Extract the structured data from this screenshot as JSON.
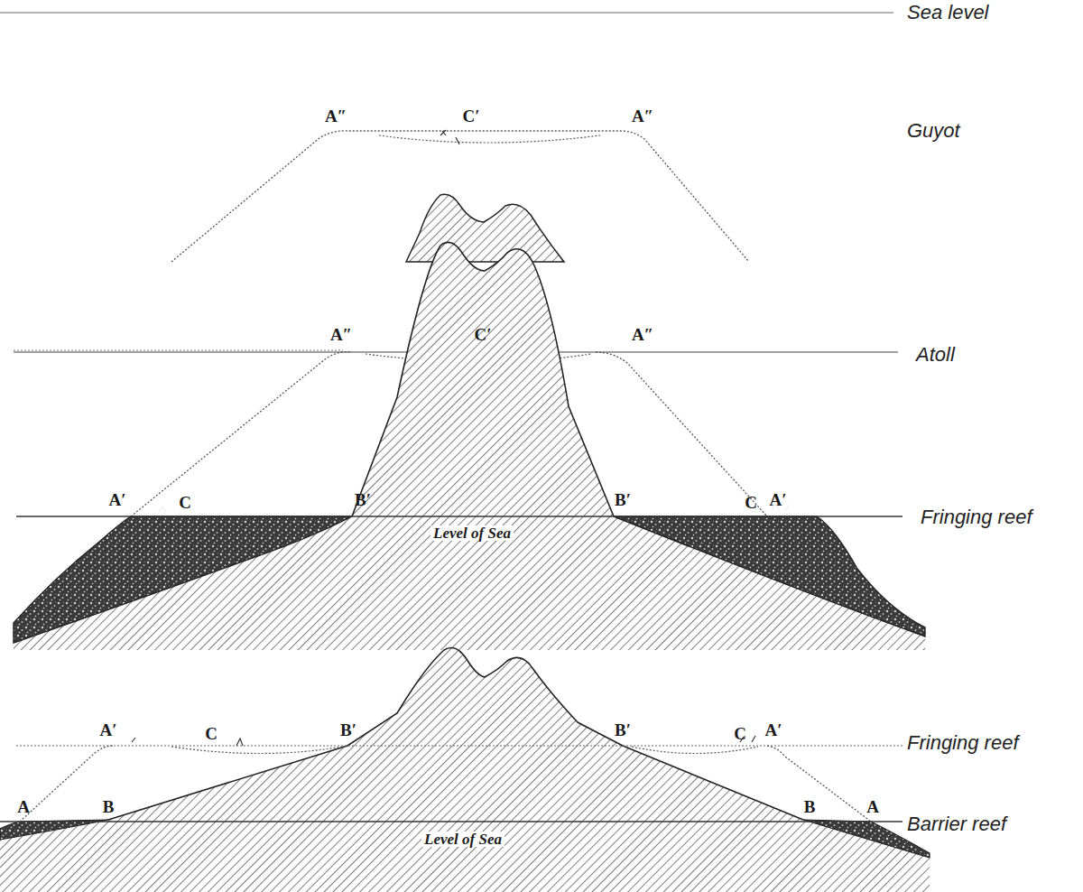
{
  "diagram": {
    "labels": [
      "Sea level",
      "A″",
      "C′",
      "A″",
      "Guyot",
      "A″",
      "C′",
      "A″",
      "Atoll",
      "A′",
      "C",
      "B′",
      "B′",
      "C",
      "A′",
      "Fringing reef",
      "Level of Sea",
      "A′",
      "C",
      "B′",
      "B′",
      "C",
      "A′",
      "Fringing reef",
      "A",
      "B",
      "B",
      "A",
      "Barrier reef",
      "Level of Sea"
    ]
  }
}
